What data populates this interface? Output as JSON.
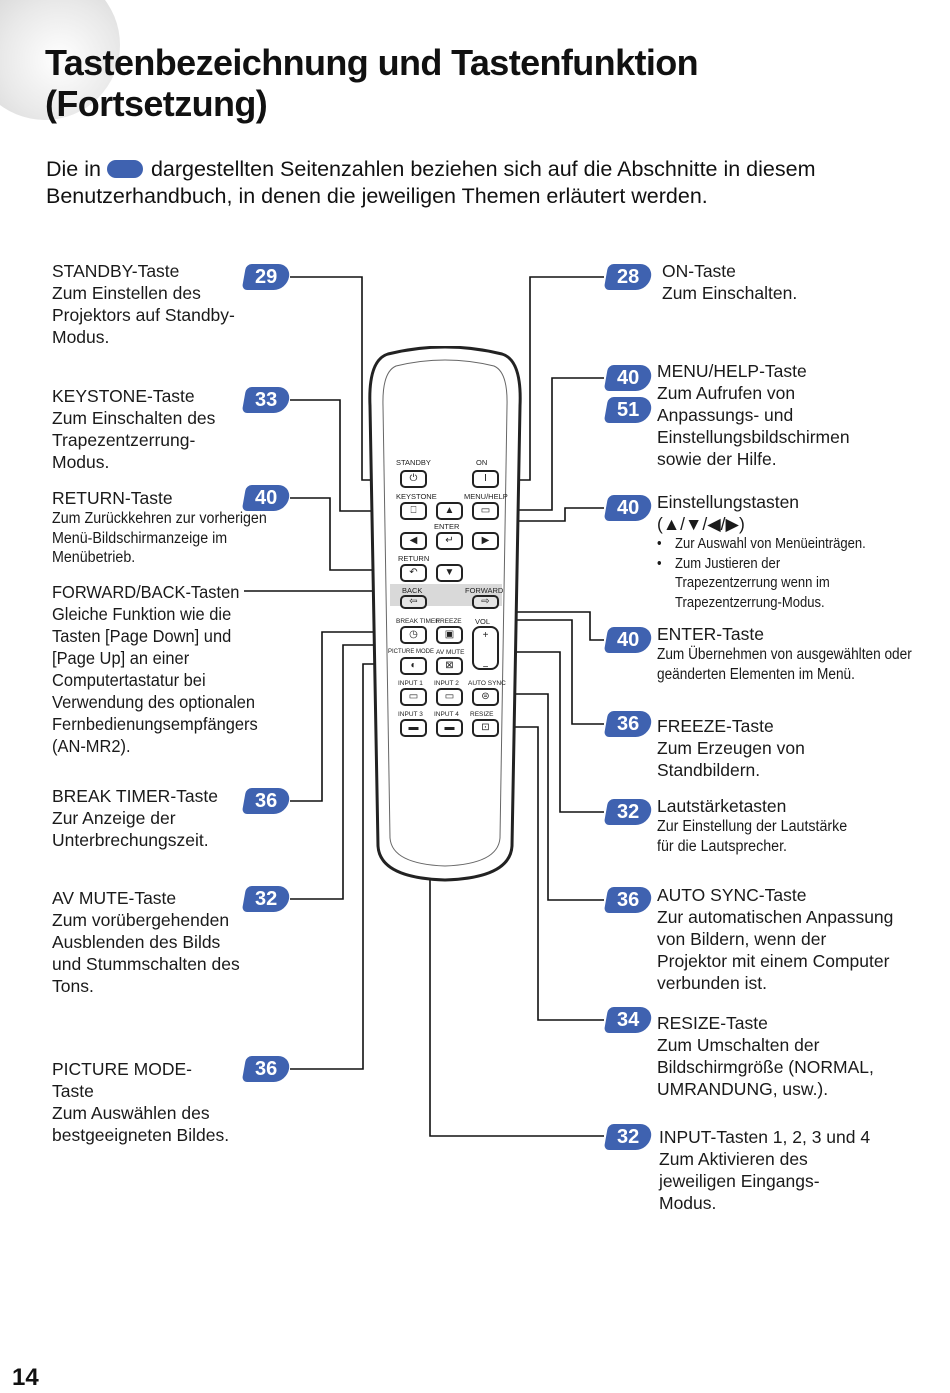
{
  "page": {
    "title_line1": "Tastenbezeichnung und Tastenfunktion",
    "title_line2": "(Fortsetzung)",
    "intro_before": "Die in",
    "intro_after": "dargestellten Seitenzahlen beziehen sich auf die Abschnitte in diesem Benutzerhandbuch, in denen die jeweiligen Themen erläutert werden.",
    "page_number": "14",
    "accent_color": "#3f62b0"
  },
  "left": {
    "standby": {
      "title": "STANDBY-Taste",
      "desc": "Zum Einstellen des Projektors auf Standby-Modus.",
      "page": "29"
    },
    "keystone": {
      "title": "KEYSTONE-Taste",
      "desc": "Zum Einschalten des Trapezentzerrung-Modus.",
      "page": "33"
    },
    "return": {
      "title": "RETURN-Taste",
      "desc": "Zum Zurückkehren zur vorherigen Menü-Bildschirmanzeige im Menübetrieb.",
      "page": "40"
    },
    "forward": {
      "title": "FORWARD/BACK-Tasten",
      "desc": "Gleiche Funktion wie die Tasten [Page Down] und [Page Up] an einer Computertastatur bei Verwendung des optionalen Fernbedienungsempfängers (AN-MR2)."
    },
    "break_timer": {
      "title": "BREAK TIMER-Taste",
      "desc": "Zur Anzeige der Unterbrechungszeit.",
      "page": "36"
    },
    "av_mute": {
      "title": "AV MUTE-Taste",
      "desc": "Zum vorübergehenden Ausblenden des Bilds und Stummschalten des Tons.",
      "page": "32"
    },
    "picture_mode": {
      "title_line1": "PICTURE MODE-",
      "title_line2": "Taste",
      "desc": "Zum Auswählen des bestgeeigneten Bildes.",
      "page": "36"
    }
  },
  "right": {
    "on": {
      "title": "ON-Taste",
      "desc": "Zum Einschalten.",
      "page": "28"
    },
    "menu_help": {
      "title": "MENU/HELP-Taste",
      "desc": "Zum Aufrufen von Anpassungs- und Einstellungsbildschirmen sowie der Hilfe.",
      "page1": "40",
      "page2": "51"
    },
    "adjust": {
      "title": "Einstellungstasten",
      "arrows": "(▲/▼/◀/▶)",
      "bullet1": "Zur Auswahl von Menüeinträgen.",
      "bullet2": "Zum Justieren der Trapezentzerrung wenn im Trapezentzerrung-Modus.",
      "page": "40"
    },
    "enter": {
      "title": "ENTER-Taste",
      "desc": "Zum Übernehmen von ausgewählten oder geänderten Elementen im Menü.",
      "page": "40"
    },
    "freeze": {
      "title": "FREEZE-Taste",
      "desc": "Zum Erzeugen von Standbildern.",
      "page": "36"
    },
    "volume": {
      "title": "Lautstärketasten",
      "desc": "Zur Einstellung der Lautstärke für die Lautsprecher.",
      "page": "32"
    },
    "auto_sync": {
      "title": "AUTO SYNC-Taste",
      "desc": "Zur automatischen Anpassung von Bildern, wenn der Projektor mit einem Computer verbunden ist.",
      "page": "36"
    },
    "resize": {
      "title": "RESIZE-Taste",
      "desc": "Zum Umschalten der Bildschirmgröße (NORMAL, UMRANDUNG, usw.).",
      "page": "34"
    },
    "input": {
      "title": "INPUT-Tasten 1, 2, 3 und 4",
      "desc": "Zum Aktivieren des jeweiligen Eingangs-Modus.",
      "page": "32"
    }
  },
  "remote": {
    "standby": "STANDBY",
    "on": "ON",
    "keystone": "KEYSTONE",
    "menu_help": "MENU/HELP",
    "enter": "ENTER",
    "return": "RETURN",
    "back": "BACK",
    "forward": "FORWARD",
    "break_timer": "BREAK TIMER",
    "freeze": "FREEZE",
    "vol": "VOL",
    "picture_mode": "PICTURE MODE",
    "av_mute": "AV MUTE",
    "input1": "INPUT 1",
    "input2": "INPUT 2",
    "auto_sync": "AUTO SYNC",
    "input3": "INPUT 3",
    "input4": "INPUT 4",
    "resize": "RESIZE"
  }
}
